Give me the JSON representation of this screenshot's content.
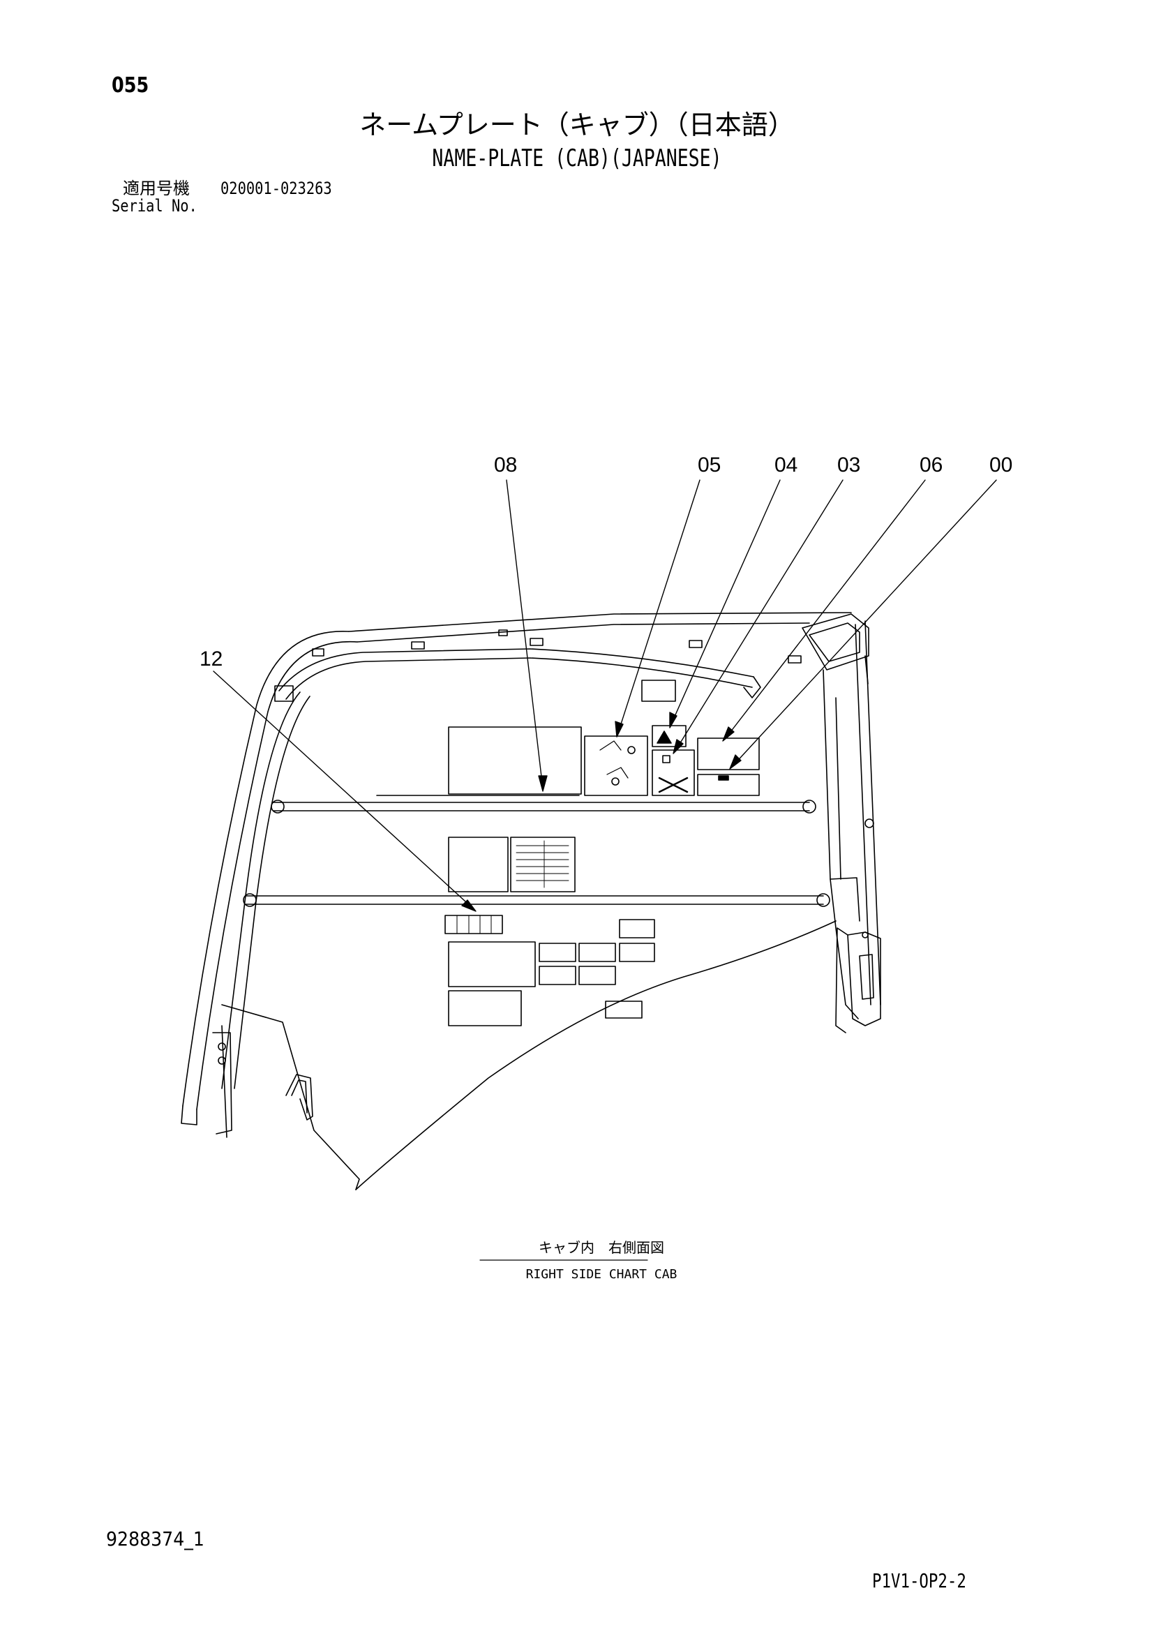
{
  "header": {
    "page_number": "055",
    "title_ja": "ネームプレート（キャブ）（日本語）",
    "title_en": "NAME-PLATE (CAB)(JAPANESE)",
    "serial_label_ja": "適用号機",
    "serial_range": "020001-023263",
    "serial_label_en": "Serial No."
  },
  "diagram": {
    "callouts": [
      "08",
      "05",
      "04",
      "03",
      "06",
      "00",
      "12"
    ],
    "caption_ja": "キャブ内　右側面図",
    "caption_en": "RIGHT SIDE CHART CAB"
  },
  "footer": {
    "document_number": "9288374_1",
    "page_code": "P1V1-OP2-2"
  }
}
